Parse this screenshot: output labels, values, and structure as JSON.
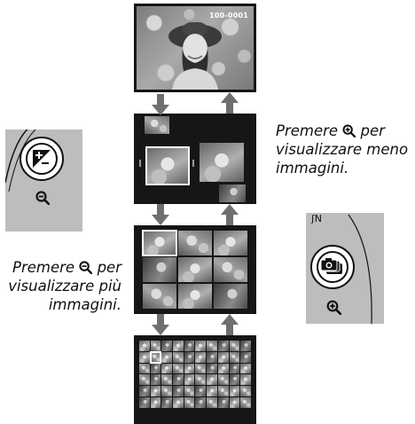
{
  "screen1": {
    "frame_number": "100-0001"
  },
  "caption_right": {
    "prefix": "Premere",
    "icon": "zoom-in-magnifier-icon",
    "suffix": "per",
    "line2": "visualizzare meno",
    "line3": "immagini."
  },
  "caption_left": {
    "prefix": "Premere",
    "icon": "zoom-out-magnifier-icon",
    "suffix": "per",
    "line2": "visualizzare più",
    "line3": "immagini."
  },
  "colors": {
    "screen_background": "#161616",
    "inset_background": "#bdbdbd",
    "arrow": "#6f6f6f"
  },
  "icons": {
    "left_button": "exposure-compensation-icon",
    "left_button_label": "zoom-out-magnifier-icon",
    "right_button": "camera-playback-icon",
    "right_button_label": "zoom-in-magnifier-icon"
  }
}
